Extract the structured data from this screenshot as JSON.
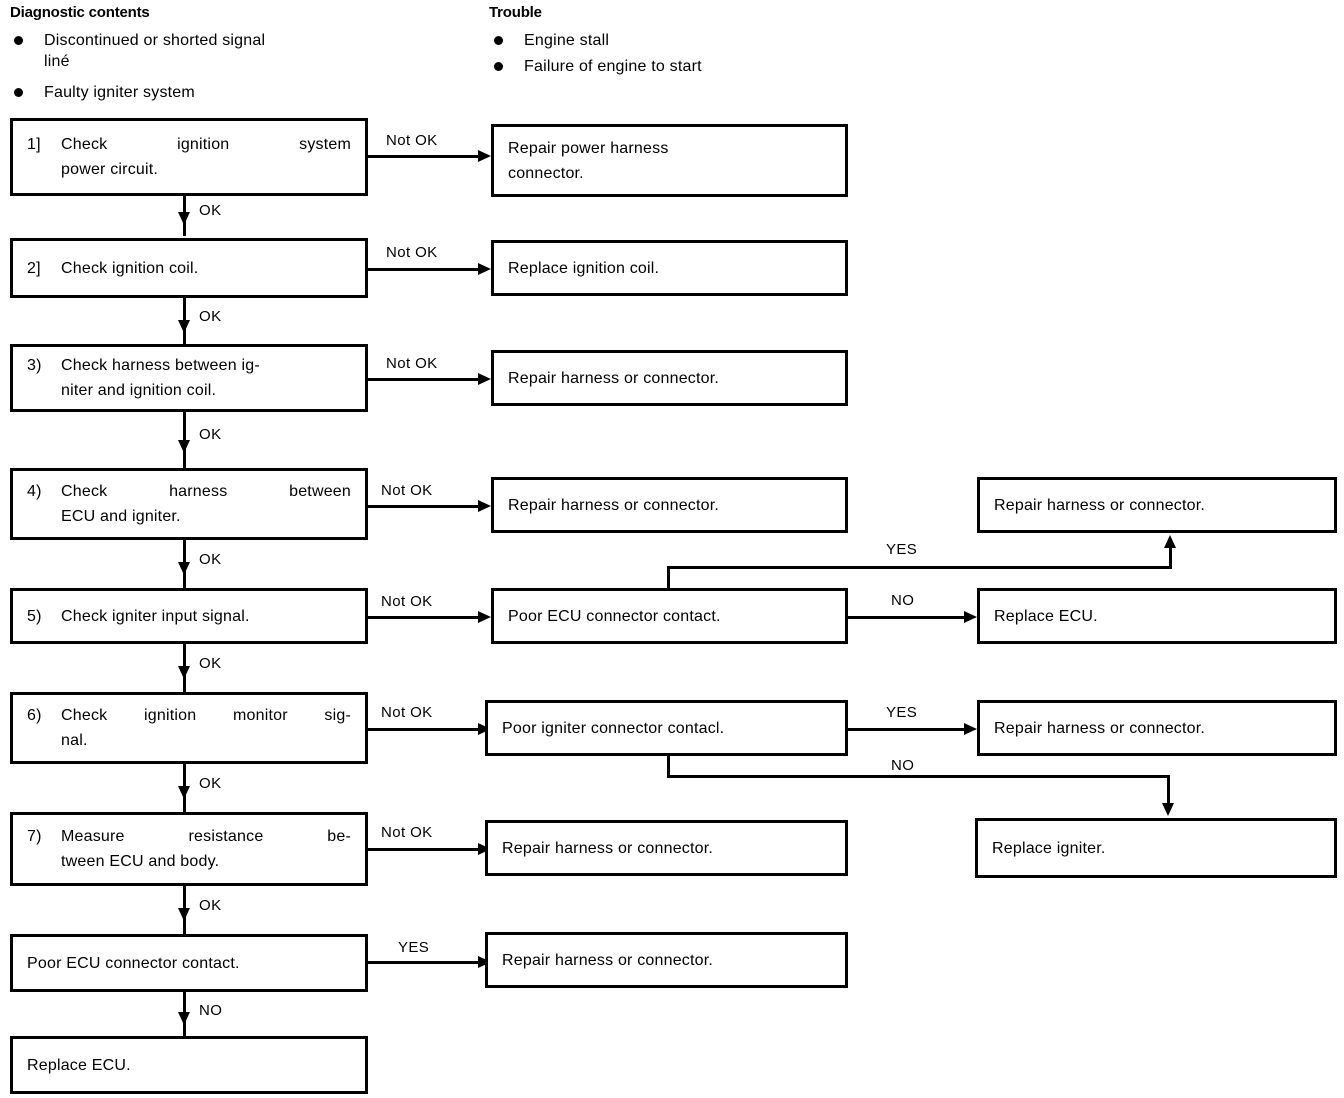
{
  "header": {
    "diagnostic_title": "Diagnostic contents",
    "diagnostic_items": [
      "Discontinued or shorted signal liné",
      "Faulty igniter system"
    ],
    "trouble_title": "Trouble",
    "trouble_items": [
      "Engine stall",
      "Failure of engine to start"
    ]
  },
  "steps": [
    {
      "number": "1]",
      "text": "Check ignition system power circuit.",
      "line1": "Check        ignition        system",
      "line2": "power circuit.",
      "not_ok_label": "Not OK",
      "ok_label": "OK",
      "result": "Repair power harness connector.",
      "result_line1": "Repair power harness",
      "result_line2": "connector."
    },
    {
      "number": "2]",
      "text": "Check ignition coil.",
      "line1": "Check ignition coil.",
      "line2": "",
      "not_ok_label": "Not OK",
      "ok_label": "OK",
      "result": "Replace ignition coil.",
      "result_line1": "Replace ignition coil.",
      "result_line2": ""
    },
    {
      "number": "3)",
      "text": "Check harness between igniter and ignition coil.",
      "line1": "Check harness between ig-",
      "line2": "niter and ignition coil.",
      "not_ok_label": "Not OK",
      "ok_label": "OK",
      "result": "Repair harness or connector.",
      "result_line1": "Repair harness or connector.",
      "result_line2": ""
    },
    {
      "number": "4)",
      "text": "Check harness between ECU and igniter.",
      "line1": "Check     harness     between",
      "line2": "ECU and igniter.",
      "not_ok_label": "Not OK",
      "ok_label": "OK",
      "result": "Repair harness or connector.",
      "result_line1": "Repair harness or connector.",
      "result_line2": ""
    },
    {
      "number": "5)",
      "text": "Check igniter input signal.",
      "line1": "Check igniter input signal.",
      "line2": "",
      "not_ok_label": "Not OK",
      "ok_label": "OK",
      "result": "Poor ECU connector contact.",
      "result_line1": "Poor ECU connector contact.",
      "result_line2": "",
      "yes_label": "YES",
      "no_label": "NO",
      "yes_target": "Repair harness or connector.",
      "no_target": "Replace ECU."
    },
    {
      "number": "6)",
      "text": "Check ignition monitor signal.",
      "line1": "Check ignition monitor sig-",
      "line2": "nal.",
      "not_ok_label": "Not OK",
      "ok_label": "OK",
      "result": "Poor igniter connector contact.",
      "result_line1": "Poor igniter connector contacl.",
      "result_line2": "",
      "yes_label": "YES",
      "no_label": "NO",
      "yes_target": "Repair harness or connector.",
      "no_target": "Replace igniter."
    },
    {
      "number": "7)",
      "text": "Measure resistance between ECU and body.",
      "line1": "Measure    resistance    be-",
      "line2": "tween ECU and body.",
      "not_ok_label": "Not OK",
      "ok_label": "OK",
      "result": "Repair harness or connector.",
      "result_line1": "Repair harness or connector.",
      "result_line2": ""
    }
  ],
  "final": {
    "poor_ecu": "Poor ECU connector contact.",
    "yes_label": "YES",
    "yes_target": "Repair harness or connector.",
    "no_label": "NO",
    "replace_ecu": "Replace ECU."
  },
  "colors": {
    "line": "#000000",
    "background": "#ffffff"
  }
}
